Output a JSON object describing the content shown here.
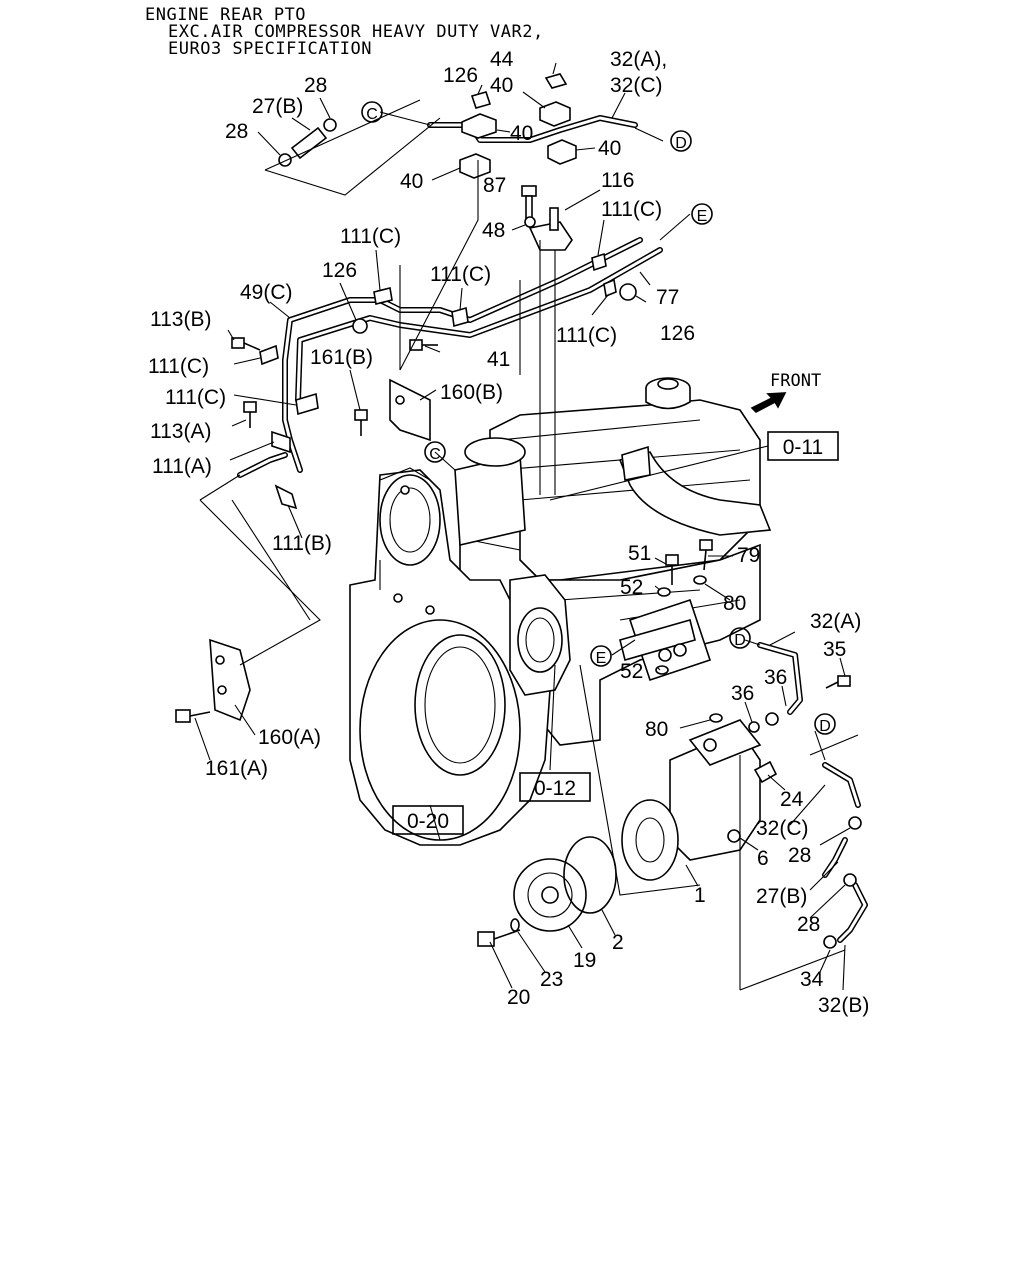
{
  "header": {
    "line1": "ENGINE REAR PTO",
    "line2": "EXC.AIR COMPRESSOR HEAVY DUTY VAR2,",
    "line3": "EURO3 SPECIFICATION"
  },
  "front_label": "FRONT",
  "ref_boxes": [
    {
      "id": "r011",
      "text": "0-11"
    },
    {
      "id": "r012",
      "text": "0-12"
    },
    {
      "id": "r020",
      "text": "0-20"
    }
  ],
  "circle_refs": [
    {
      "id": "c1",
      "text": "C"
    },
    {
      "id": "c2",
      "text": "D"
    },
    {
      "id": "c3",
      "text": "E"
    },
    {
      "id": "c4",
      "text": "C"
    },
    {
      "id": "c5",
      "text": "D"
    },
    {
      "id": "c6",
      "text": "D"
    },
    {
      "id": "c7",
      "text": "E"
    }
  ],
  "callouts": [
    {
      "id": "p44",
      "text": "44"
    },
    {
      "id": "p126a",
      "text": "126"
    },
    {
      "id": "p40a",
      "text": "40"
    },
    {
      "id": "p32ac1",
      "text": "32(A),"
    },
    {
      "id": "p32ac2",
      "text": "32(C)"
    },
    {
      "id": "p28a",
      "text": "28"
    },
    {
      "id": "p27b",
      "text": "27(B)"
    },
    {
      "id": "p28b",
      "text": "28"
    },
    {
      "id": "p40b",
      "text": "40"
    },
    {
      "id": "p40c",
      "text": "40"
    },
    {
      "id": "p40d",
      "text": "40"
    },
    {
      "id": "p87",
      "text": "87"
    },
    {
      "id": "p116",
      "text": "116"
    },
    {
      "id": "p48",
      "text": "48"
    },
    {
      "id": "p111c1",
      "text": "111(C)"
    },
    {
      "id": "p111c2",
      "text": "111(C)"
    },
    {
      "id": "p126b",
      "text": "126"
    },
    {
      "id": "p111c3",
      "text": "111(C)"
    },
    {
      "id": "p49c",
      "text": "49(C)"
    },
    {
      "id": "p77",
      "text": "77"
    },
    {
      "id": "p113b",
      "text": "113(B)"
    },
    {
      "id": "p111c4",
      "text": "111(C)"
    },
    {
      "id": "p126c",
      "text": "126"
    },
    {
      "id": "p41",
      "text": "41"
    },
    {
      "id": "p111c5",
      "text": "111(C)"
    },
    {
      "id": "p161b",
      "text": "161(B)"
    },
    {
      "id": "p111c6",
      "text": "111(C)"
    },
    {
      "id": "p160b",
      "text": "160(B)"
    },
    {
      "id": "p113a",
      "text": "113(A)"
    },
    {
      "id": "p111a",
      "text": "111(A)"
    },
    {
      "id": "p111b",
      "text": "111(B)"
    },
    {
      "id": "p51",
      "text": "51"
    },
    {
      "id": "p79",
      "text": "79"
    },
    {
      "id": "p52a",
      "text": "52"
    },
    {
      "id": "p80a",
      "text": "80"
    },
    {
      "id": "p32a",
      "text": "32(A)"
    },
    {
      "id": "p35",
      "text": "35"
    },
    {
      "id": "p52b",
      "text": "52"
    },
    {
      "id": "p36a",
      "text": "36"
    },
    {
      "id": "p36b",
      "text": "36"
    },
    {
      "id": "p80b",
      "text": "80"
    },
    {
      "id": "p160a",
      "text": "160(A)"
    },
    {
      "id": "p161a",
      "text": "161(A)"
    },
    {
      "id": "p24",
      "text": "24"
    },
    {
      "id": "p32c",
      "text": "32(C)"
    },
    {
      "id": "p28c",
      "text": "28"
    },
    {
      "id": "p6",
      "text": "6"
    },
    {
      "id": "p1",
      "text": "1"
    },
    {
      "id": "p27b2",
      "text": "27(B)"
    },
    {
      "id": "p28d",
      "text": "28"
    },
    {
      "id": "p2",
      "text": "2"
    },
    {
      "id": "p19",
      "text": "19"
    },
    {
      "id": "p23",
      "text": "23"
    },
    {
      "id": "p20",
      "text": "20"
    },
    {
      "id": "p34",
      "text": "34"
    },
    {
      "id": "p32b",
      "text": "32(B)"
    }
  ]
}
